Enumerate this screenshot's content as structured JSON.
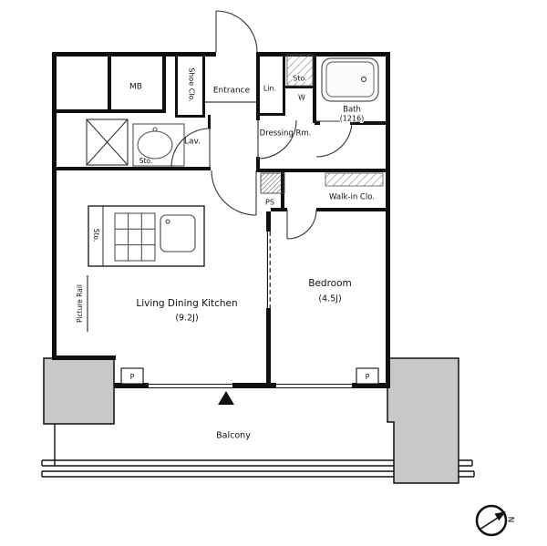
{
  "floor_plan": {
    "labels": {
      "mb": "MB",
      "shoe_closet": "Shoe Clo.",
      "entrance": "Entrance",
      "linen": "Lin.",
      "storage_hall": "Sto.",
      "washer": "W",
      "bath_name": "Bath",
      "bath_size": "(1216)",
      "lavatory": "Lav.",
      "storage_lavatory": "Sto.",
      "dressing_room": "Dressing Rm.",
      "pipe_space": "PS",
      "walk_in_closet": "Walk-in Clo.",
      "storage_kitchen": "Sto.",
      "living_dining_kitchen": "Living Dining Kitchen",
      "living_dining_kitchen_size": "(9.2J)",
      "bedroom": "Bedroom",
      "bedroom_size": "(4.5J)",
      "picture_rail": "Picture Rail",
      "balcony": "Balcony",
      "pillar_left": "P",
      "pillar_right": "P",
      "compass_north": "N"
    },
    "colors": {
      "wall": "#111111",
      "pillar": "#c8c8c8",
      "background": "#ffffff",
      "fixture": "#555555"
    }
  }
}
